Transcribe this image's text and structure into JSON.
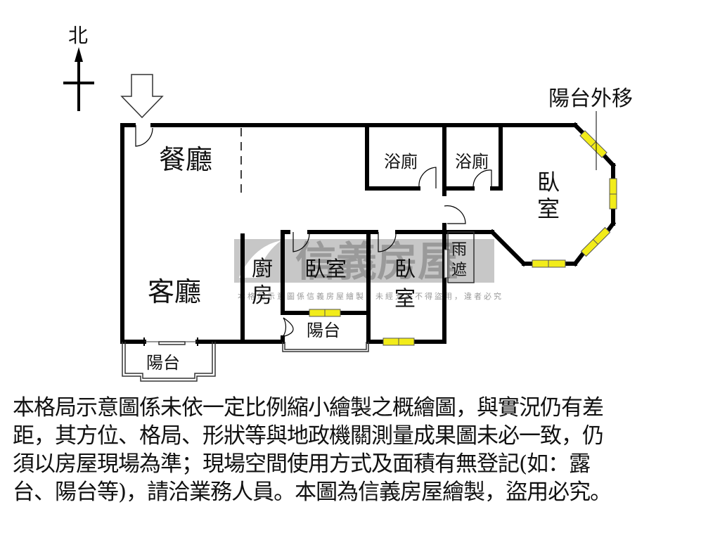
{
  "compass": {
    "label": "北",
    "direction": "north"
  },
  "entrance": {
    "icon": "entrance-arrow-icon"
  },
  "rooms": {
    "dining": "餐廳",
    "living": "客廳",
    "bath1": "浴廁",
    "bath2": "浴廁",
    "master_bed_1": "臥",
    "master_bed_2": "室",
    "kitchen_1": "廚",
    "kitchen_2": "房",
    "bedroom_a": "臥室",
    "bedroom_b_1": "臥",
    "bedroom_b_2": "室",
    "canopy_1": "雨",
    "canopy_2": "遮",
    "balcony_inner": "陽台",
    "balcony_living": "陽台"
  },
  "annotation": {
    "balcony_moved": "陽台外移"
  },
  "watermark": {
    "brand": "信義房屋",
    "small": "本格局示意圖係信義房屋繪製，未經允許不得盜用，違者必究"
  },
  "disclaimer": {
    "lines": [
      "本格局示意圖係未依一定比例縮小繪製之概繪圖，與實況仍有差",
      "距，其方位、格局、形狀等與地政機關測量成果圖未必一致，仍",
      "須以房屋現場為準；現場空間使用方式及面積有無登記(如：露",
      "台、陽台等)，請洽業務人員。本圖為信義房屋繪製，盜用必究。"
    ]
  },
  "colors": {
    "wall": "#000000",
    "window": "#f2ec1a",
    "watermark": "#a8a8a8",
    "background": "#ffffff"
  }
}
